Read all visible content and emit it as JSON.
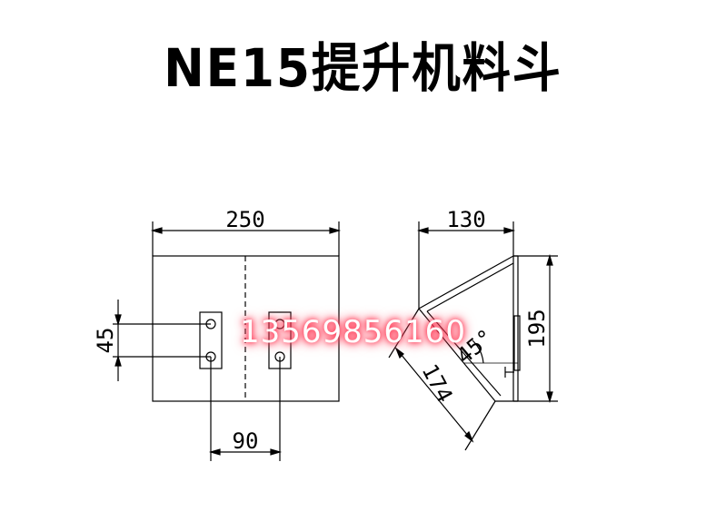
{
  "title": "NE15提升机料斗",
  "dimensions": {
    "front_width": "250",
    "hole_vertical_spacing": "45",
    "hole_horizontal_spacing": "90",
    "side_depth": "130",
    "side_height": "195",
    "slant_length": "174",
    "angle": "45°"
  },
  "watermark": "13569856160",
  "colors": {
    "line": "#000000",
    "watermark_glow": "#ff2d4b"
  }
}
